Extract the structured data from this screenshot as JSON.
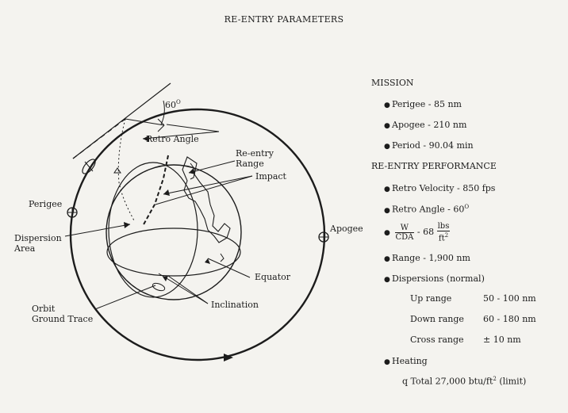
{
  "title": "RE-ENTRY PARAMETERS",
  "labels": {
    "angle": "60",
    "angle_unit": "O",
    "retro_angle": "Retro Angle",
    "reentry_range_1": "Re-entry",
    "reentry_range_2": "Range",
    "impact": "Impact",
    "perigee": "Perigee",
    "apogee": "Apogee",
    "dispersion_area_1": "Dispersion",
    "dispersion_area_2": "Area",
    "equator": "Equator",
    "orbit_ground_trace_1": "Orbit",
    "orbit_ground_trace_2": "Ground Trace",
    "inclination": "Inclination"
  },
  "mission": {
    "heading": "MISSION",
    "perigee": "Perigee - 85 nm",
    "apogee": "Apogee - 210 nm",
    "period": "Period - 90.04 min"
  },
  "performance": {
    "heading": "RE-ENTRY PERFORMANCE",
    "retro_velocity": "Retro Velocity - 850 fps",
    "retro_angle": "Retro Angle - 60",
    "retro_angle_unit": "O",
    "w_num": "W",
    "w_den": "CDA",
    "w_mid": "- 68",
    "w_unit_num": "lbs",
    "w_unit_den": "ft",
    "w_unit_exp": "2",
    "range": "Range - 1,900 nm",
    "dispersions": "Dispersions (normal)",
    "up_label": "Up range",
    "up_value": "50 - 100 nm",
    "down_label": "Down range",
    "down_value": "60 - 180 nm",
    "cross_label": "Cross range",
    "cross_value": "± 10 nm",
    "heating": "Heating",
    "q_total": "q Total 27,000 btu/ft",
    "q_exp": "2",
    "q_limit": " (limit)"
  }
}
